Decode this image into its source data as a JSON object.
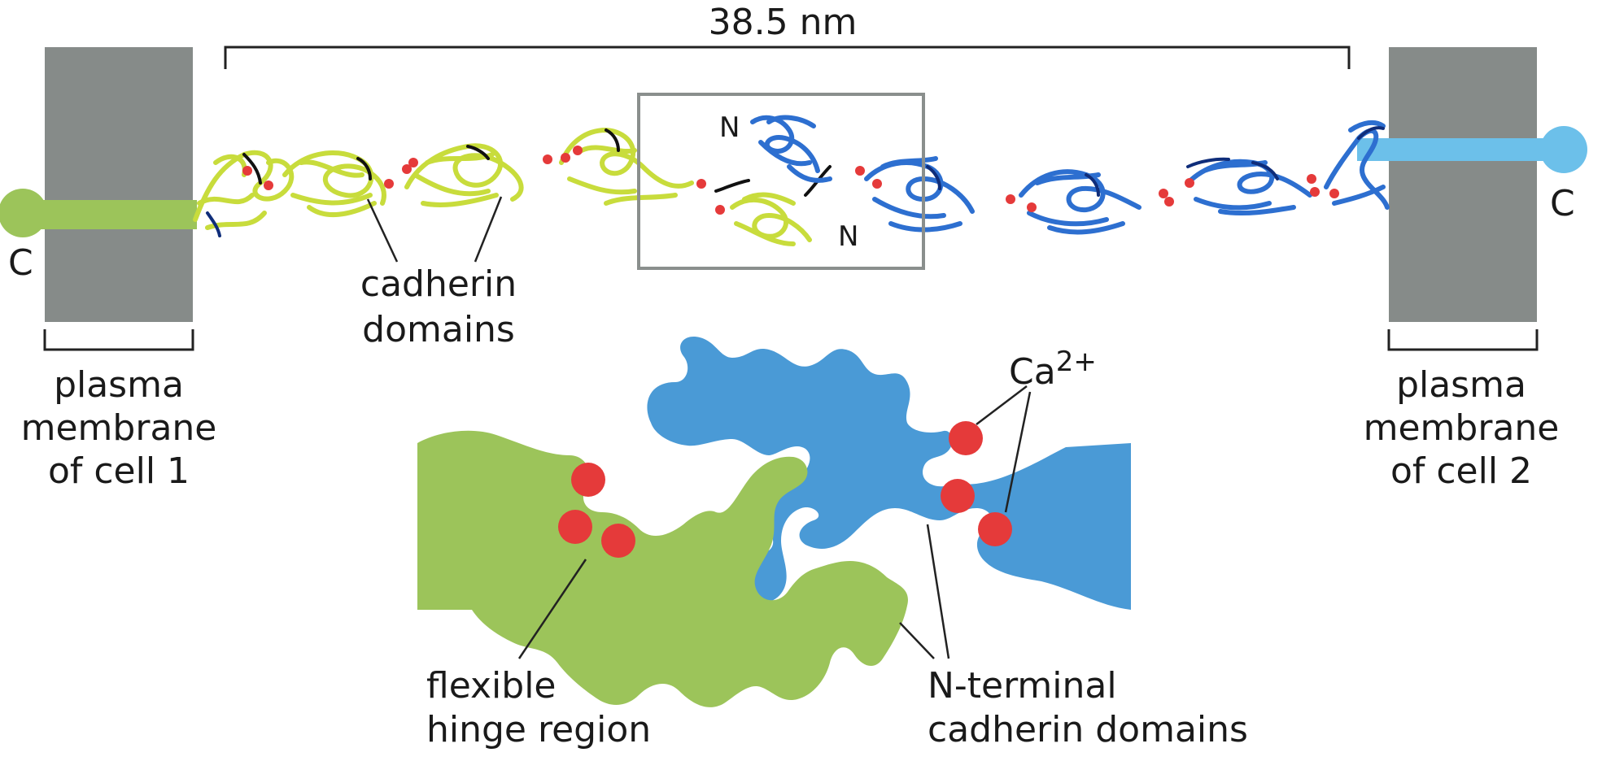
{
  "scale_bar": {
    "label": "38.5 nm"
  },
  "terminals": {
    "c_left": "C",
    "c_right": "C",
    "n_top": "N",
    "n_bottom": "N"
  },
  "labels": {
    "cadherin_domains": [
      "cadherin",
      "domains"
    ],
    "membrane_cell_1": [
      "plasma",
      "membrane",
      "of cell 1"
    ],
    "membrane_cell_2": [
      "plasma",
      "membrane",
      "of cell 2"
    ],
    "calcium": {
      "base": "Ca",
      "superscript": "2+"
    },
    "hinge": [
      "flexible",
      "hinge region"
    ],
    "n_terminal": [
      "N-terminal",
      "cadherin domains"
    ]
  },
  "colors": {
    "membrane": "#868b89",
    "cell1_protein": "#c8dc3c",
    "cell1_tail": "#9cc45a",
    "cell2_protein": "#2d6fd0",
    "cell2_tail": "#6cc0ea",
    "calcium": "#e53a3a",
    "schematic_green": "#9cc45a",
    "schematic_blue": "#4a9ad6",
    "box": "#8a8f8d"
  }
}
